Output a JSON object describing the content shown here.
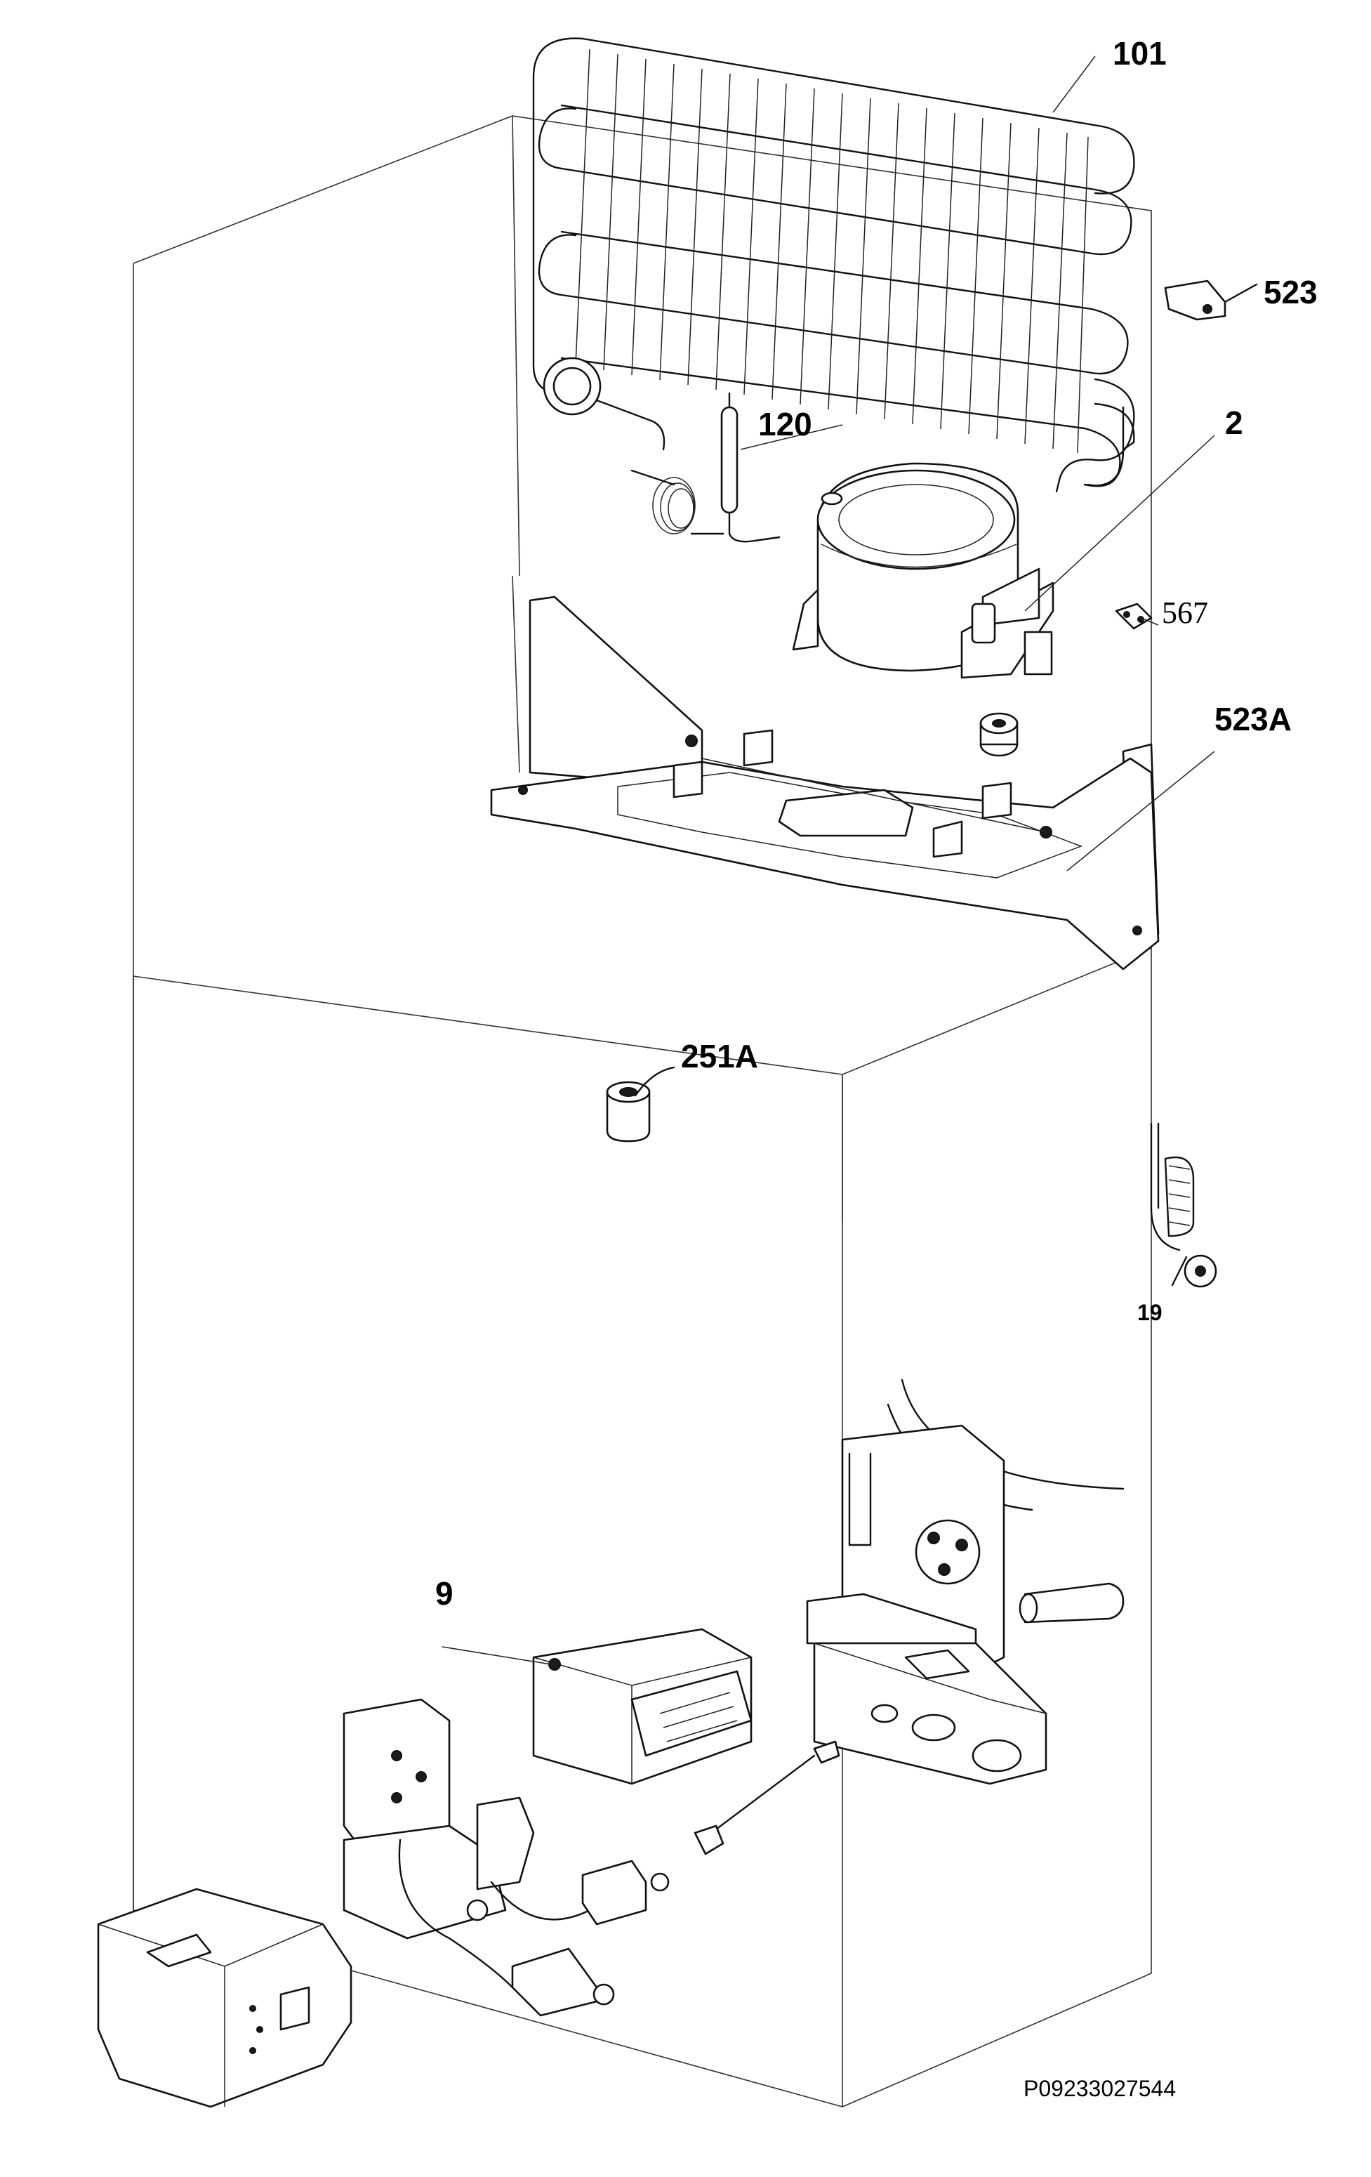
{
  "callouts": {
    "c101": "101",
    "c523": "523",
    "c120": "120",
    "c2": "2",
    "c567": "567",
    "c523A": "523A",
    "c251A": "251A",
    "c19": "19",
    "c9": "9"
  },
  "drawing_code": "P09233027544",
  "colors": {
    "line": "#111111",
    "background": "#ffffff"
  }
}
